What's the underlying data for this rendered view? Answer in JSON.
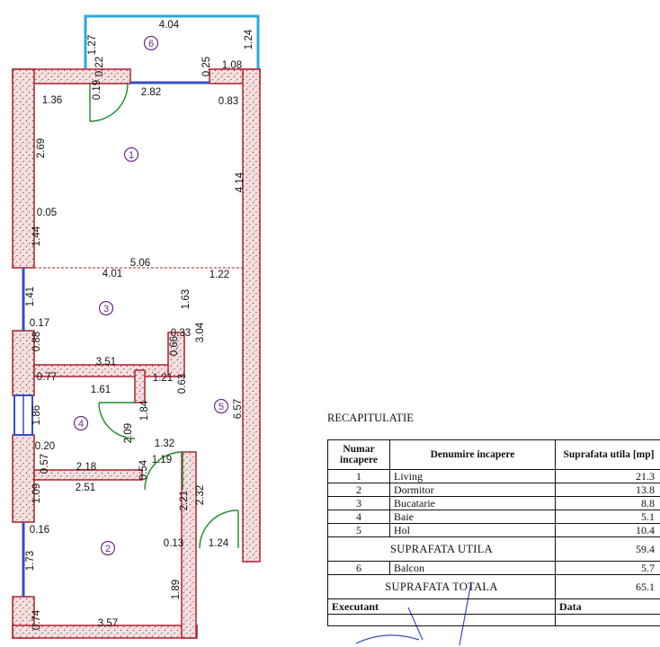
{
  "plan": {
    "room_numbers": [
      "1",
      "2",
      "3",
      "4",
      "5",
      "6"
    ],
    "dimensions": [
      "4.04",
      "1.27",
      "1.24",
      "0.22",
      "0.19",
      "0.25",
      "1.08",
      "2.82",
      "0.83",
      "1.36",
      "2.69",
      "4.14",
      "0.05",
      "1.44",
      "5.06",
      "4.01",
      "1.22",
      "1.41",
      "1.63",
      "0.17",
      "0.33",
      "3.04",
      "0.88",
      "0.66",
      "3.51",
      "0.77",
      "1.21",
      "0.63",
      "1.61",
      "1.86",
      "1.84",
      "6.57",
      "2.09",
      "0.20",
      "0.57",
      "1.32",
      "1.19",
      "2.18",
      "0.54",
      "2.51",
      "2.21",
      "2.32",
      "1.09",
      "0.16",
      "0.13",
      "1.24",
      "1.73",
      "1.89",
      "0.74",
      "3.57"
    ]
  },
  "recap": {
    "title": "RECAPITULATIE",
    "headers": {
      "number": "Numar incapere",
      "name": "Denumire incapere",
      "area": "Suprafata utila [mp]"
    },
    "rooms": [
      {
        "number": "1",
        "name": "Living",
        "area": "21.3"
      },
      {
        "number": "2",
        "name": "Dormitor",
        "area": "13.8"
      },
      {
        "number": "3",
        "name": "Bucatarie",
        "area": "8.8"
      },
      {
        "number": "4",
        "name": "Baie",
        "area": "5.1"
      },
      {
        "number": "5",
        "name": "Hol",
        "area": "10.4"
      }
    ],
    "useful_label": "SUPRAFATA UTILA",
    "useful_value": "59.4",
    "balcony": {
      "number": "6",
      "name": "Balcon",
      "area": "5.7"
    },
    "total_label": "SUPRAFATA TOTALA",
    "total_value": "65.1",
    "executant_label": "Executant",
    "date_label": "Data"
  },
  "colors": {
    "wall_outline": "#b0202a",
    "wall_fill": "#f3dcdc",
    "window": "#3b4cc8",
    "balcony_rail": "#2aa8e0",
    "door": "#1a8a2a",
    "room_number": "#6a2a8a",
    "signature": "#3b4cc8"
  }
}
